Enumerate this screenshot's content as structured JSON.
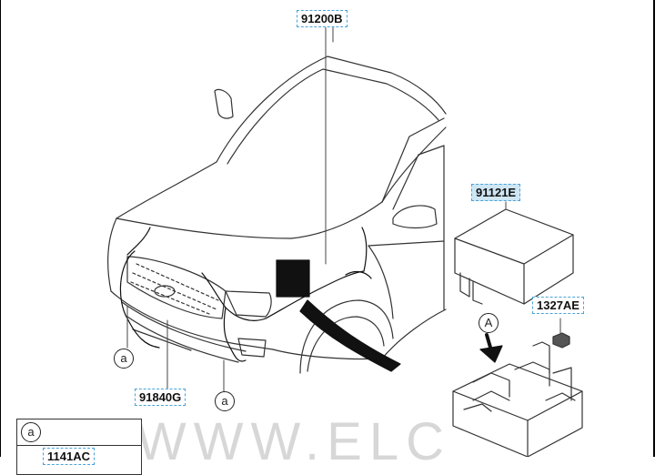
{
  "diagram": {
    "part_labels": {
      "top_harness": "91200B",
      "module": "91121E",
      "nut": "1327AE",
      "front_harness": "91840G",
      "clip": "1141AC"
    },
    "callouts": {
      "detail_a": "A",
      "circle_a": "a"
    },
    "watermark": "WWW.ELC"
  }
}
